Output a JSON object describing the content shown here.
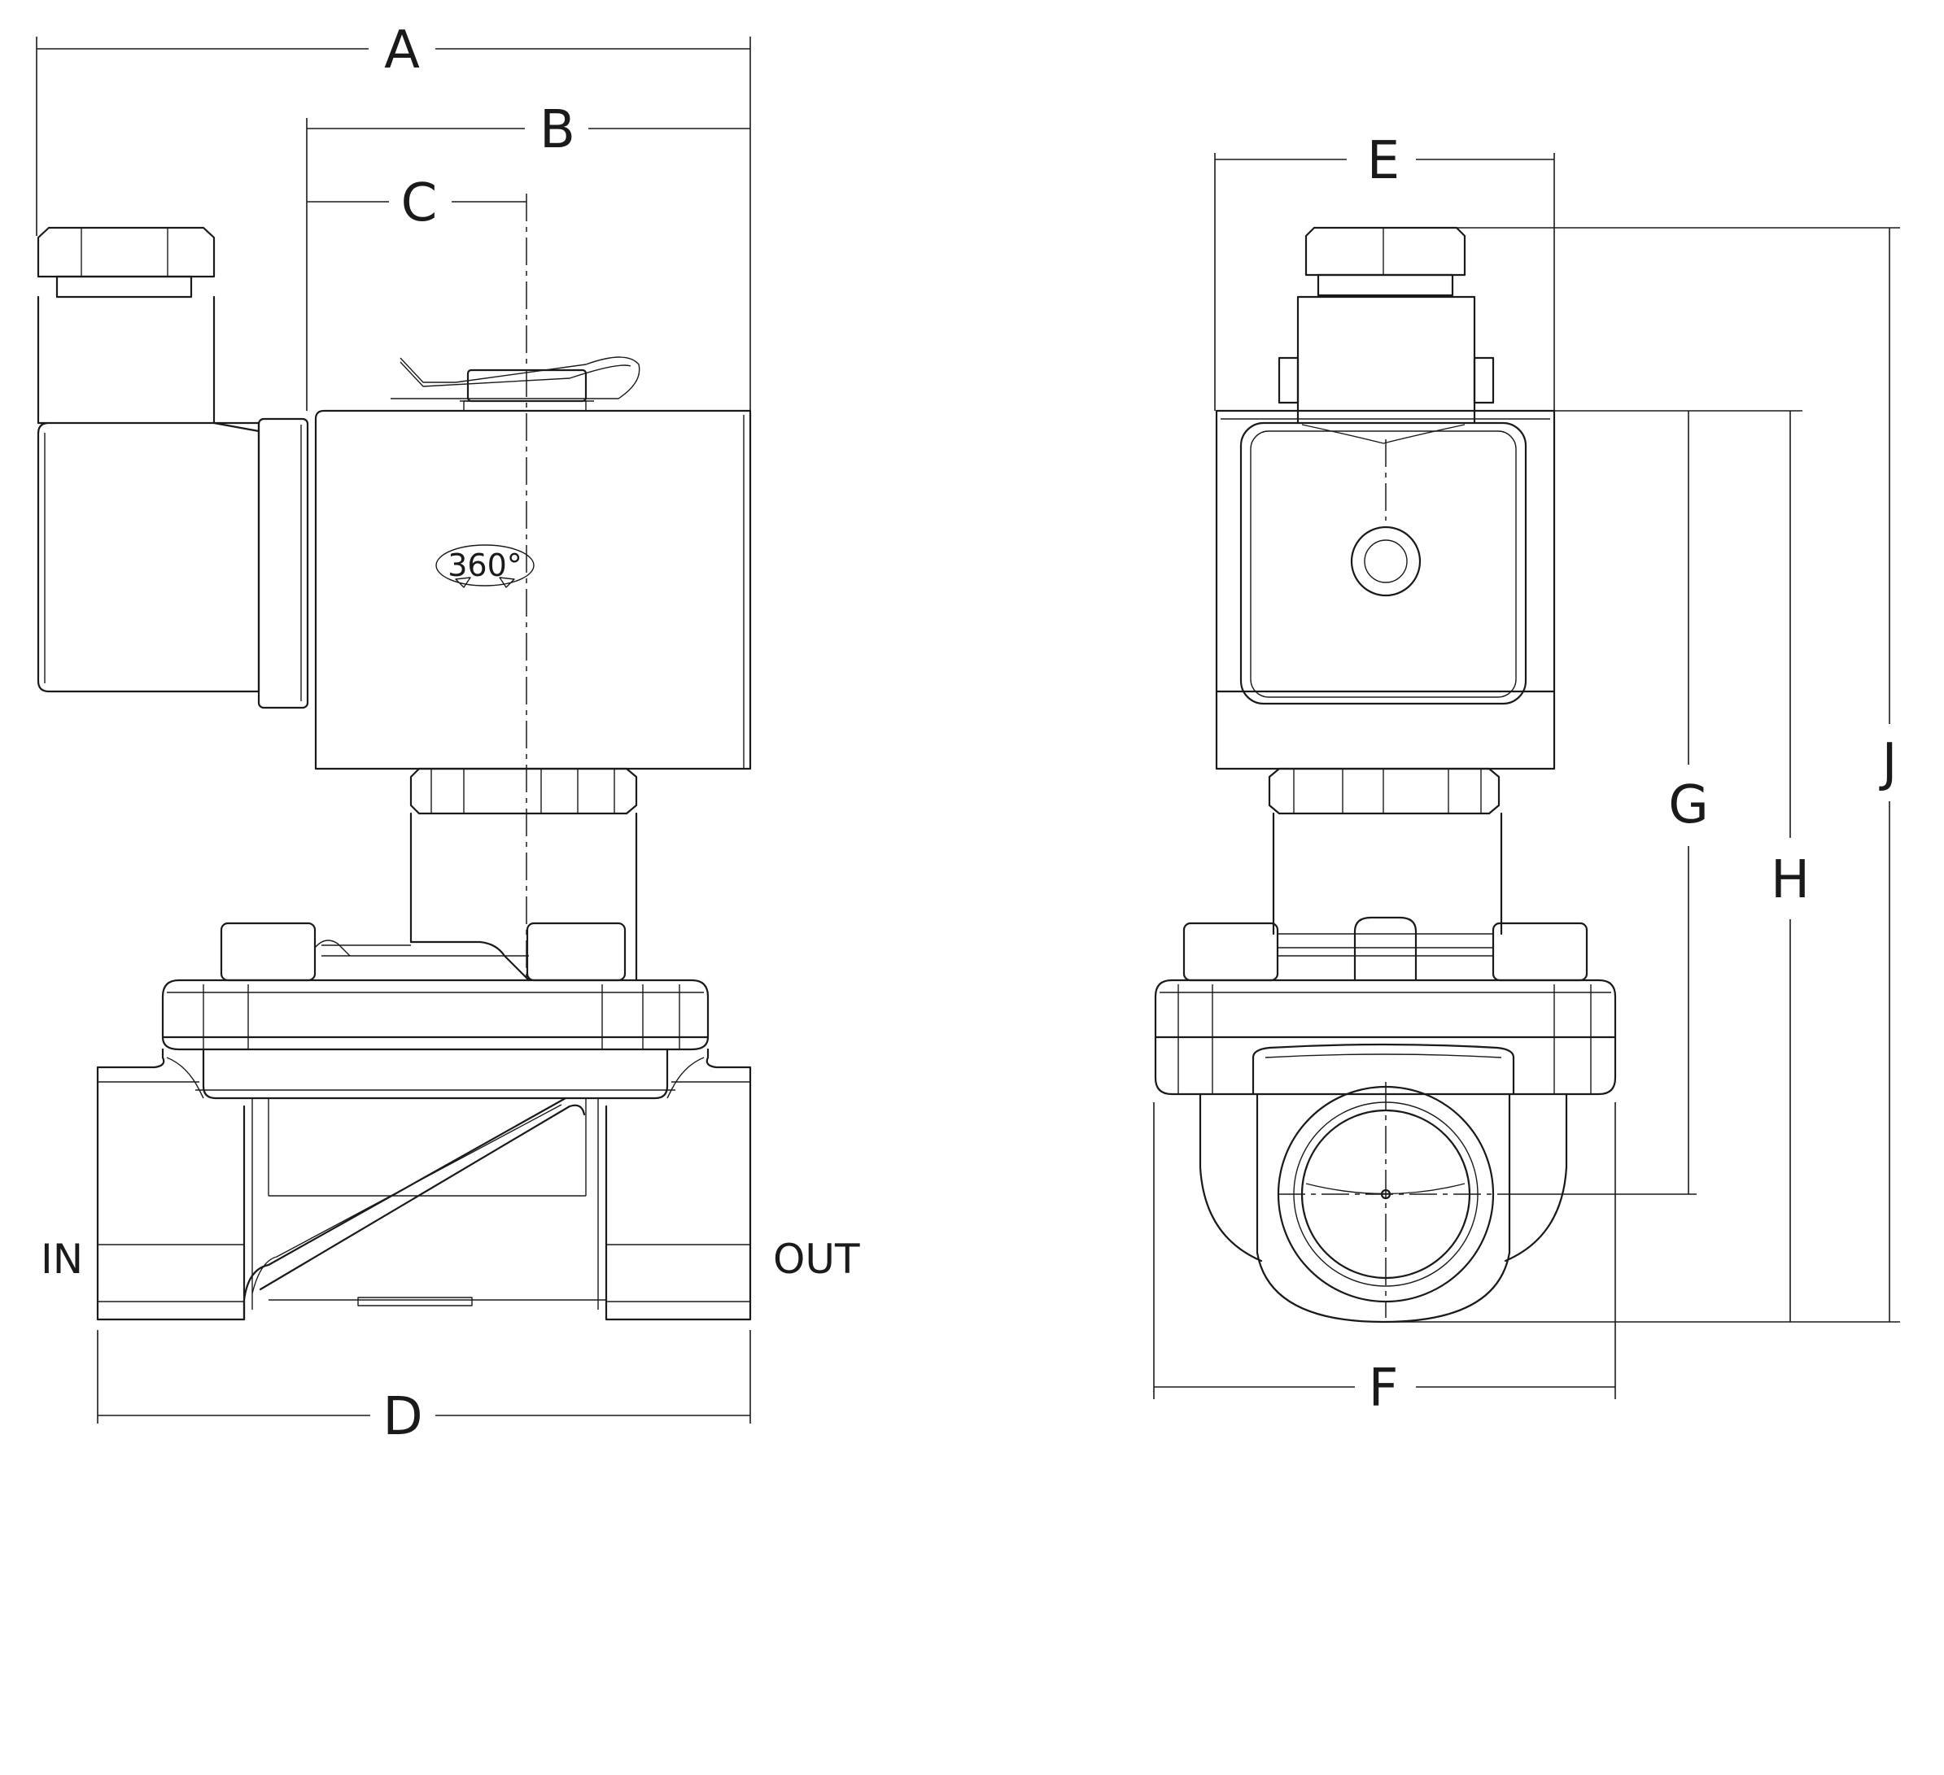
{
  "dimensions": {
    "A": "A",
    "B": "B",
    "C": "C",
    "D": "D",
    "E": "E",
    "F": "F",
    "G": "G",
    "H": "H",
    "J": "J"
  },
  "ports": {
    "inlet": "IN",
    "outlet": "OUT"
  },
  "rotation_note": "360°"
}
